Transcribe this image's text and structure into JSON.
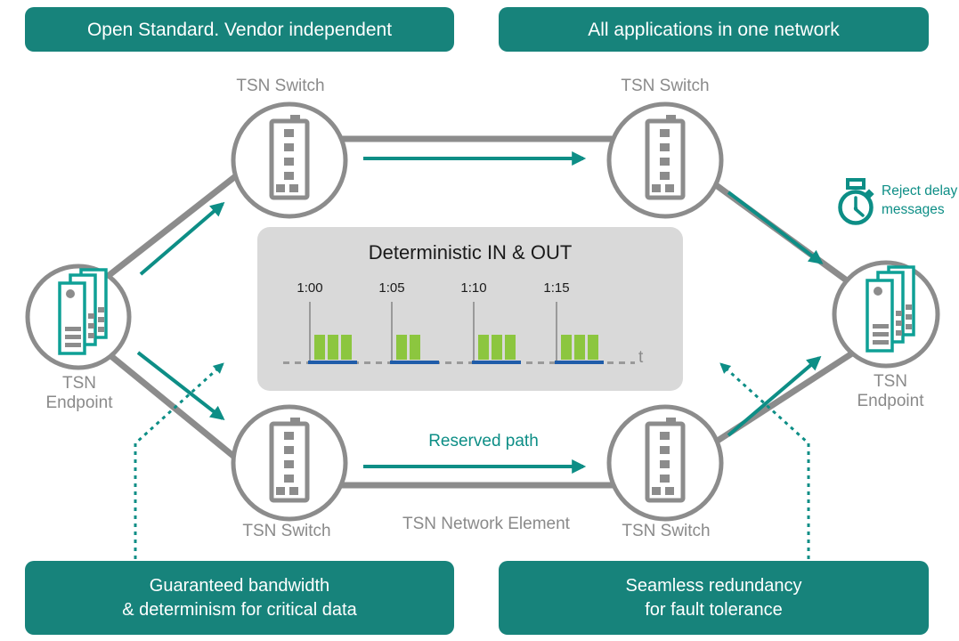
{
  "banners": {
    "top_left": "Open Standard. Vendor independent",
    "top_right": "All applications in one network",
    "bottom_left": "Guaranteed bandwidth\n& determinism for critical data",
    "bottom_right": "Seamless redundancy\nfor fault tolerance"
  },
  "nodes": {
    "switch_label": "TSN Switch",
    "endpoint_label": "TSN\nEndpoint"
  },
  "center_box": {
    "title": "Deterministic IN & OUT",
    "axis_label": "t",
    "groups": [
      {
        "time": "1:00",
        "bars": 3
      },
      {
        "time": "1:05",
        "bars": 2
      },
      {
        "time": "1:10",
        "bars": 3
      },
      {
        "time": "1:15",
        "bars": 3
      }
    ]
  },
  "annotations": {
    "reserved_path": "Reserved path",
    "network_element": "TSN Network Element",
    "reject_delay": "Reject delay\nmessages"
  },
  "colors": {
    "teal_banner": "#17837B",
    "teal_accent": "#0D8E86",
    "teal_icon": "#0FA096",
    "gray_line": "#8C8C8C",
    "gray_text": "#8A8A8A",
    "box_bg": "#D9D9D9",
    "bar_green": "#8CC63F",
    "baseline_blue": "#1F5CA9",
    "dark_text": "#1A1A1A"
  }
}
